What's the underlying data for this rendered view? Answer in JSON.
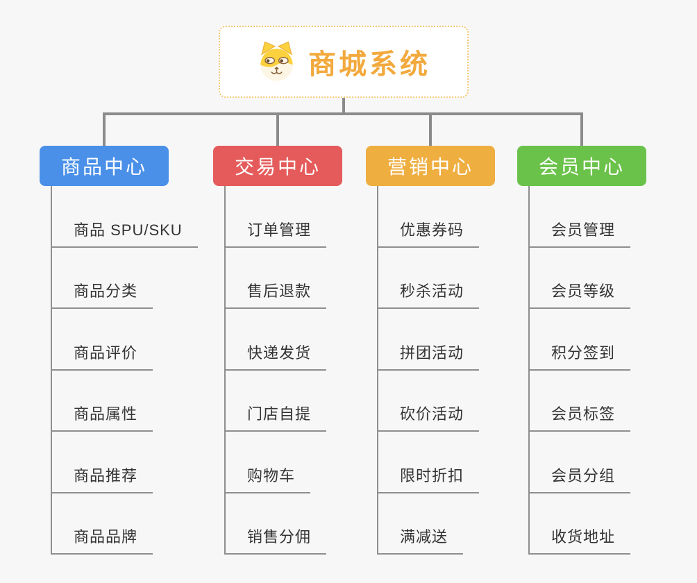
{
  "page": {
    "background_color": "#f7f7f7",
    "connector_color": "#8b8b8b"
  },
  "root": {
    "title": "商城系统",
    "title_color": "#f2a93d",
    "border_color": "#f4c879",
    "icon": "dog-face-icon"
  },
  "branches": [
    {
      "id": "product-center",
      "label": "商品中心",
      "color": "#4a90e8",
      "children": [
        "商品 SPU/SKU",
        "商品分类",
        "商品评价",
        "商品属性",
        "商品推荐",
        "商品品牌"
      ]
    },
    {
      "id": "trade-center",
      "label": "交易中心",
      "color": "#e55b5b",
      "children": [
        "订单管理",
        "售后退款",
        "快递发货",
        "门店自提",
        "购物车",
        "销售分佣"
      ]
    },
    {
      "id": "marketing-center",
      "label": "营销中心",
      "color": "#efae40",
      "children": [
        "优惠券码",
        "秒杀活动",
        "拼团活动",
        "砍价活动",
        "限时折扣",
        "满减送"
      ]
    },
    {
      "id": "member-center",
      "label": "会员中心",
      "color": "#6bc24a",
      "children": [
        "会员管理",
        "会员等级",
        "积分签到",
        "会员标签",
        "会员分组",
        "收货地址"
      ]
    }
  ]
}
